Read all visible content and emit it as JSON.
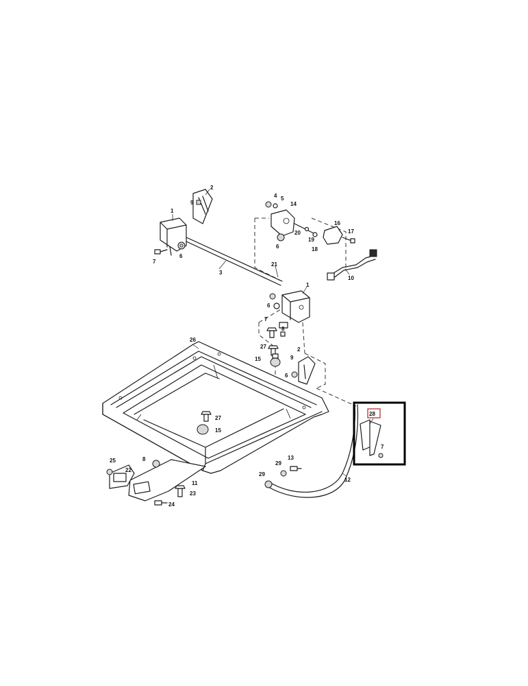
{
  "callouts": {
    "c1a": "1",
    "c1b": "1",
    "c2a": "2",
    "c2b": "2",
    "c3": "3",
    "c4": "4",
    "c5": "5",
    "c6a": "6",
    "c6b": "6",
    "c6c": "6",
    "c6d": "6",
    "c7a": "7",
    "c7b": "7",
    "c7c": "7",
    "c8a": "8",
    "c8b": "8",
    "c9a": "9",
    "c9b": "9",
    "c10": "10",
    "c11": "11",
    "c12": "12",
    "c13": "13",
    "c14": "14",
    "c15a": "15",
    "c15b": "15",
    "c16": "16",
    "c17": "17",
    "c18": "18",
    "c19": "19",
    "c20": "20",
    "c21": "21",
    "c22": "22",
    "c23": "23",
    "c24": "24",
    "c25": "25",
    "c26": "26",
    "c27a": "27",
    "c27b": "27",
    "c28": "28",
    "c29": "29"
  },
  "highlighted_part": "28",
  "colors": {
    "line": "#1a1a1a",
    "highlight_box": "#000000",
    "highlight_tag": "#b02020"
  }
}
